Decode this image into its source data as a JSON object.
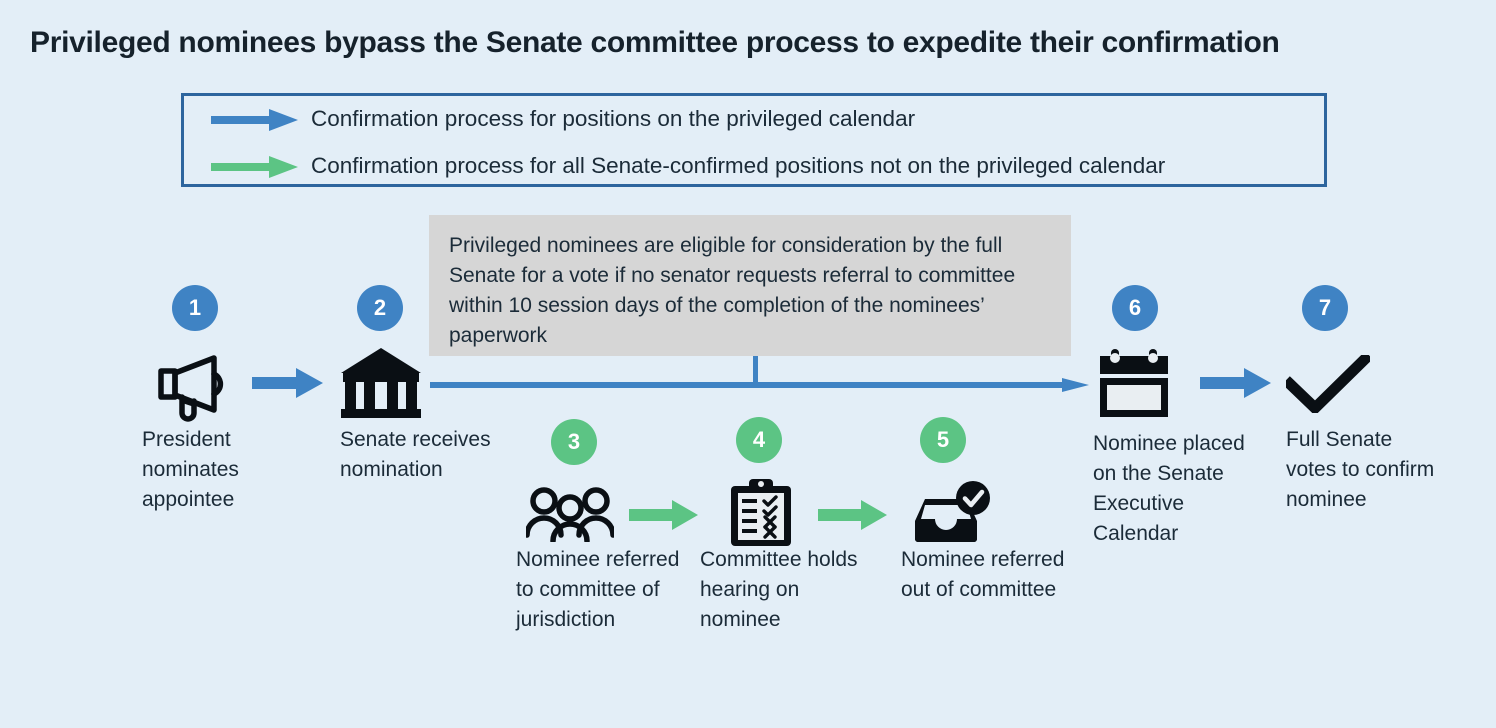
{
  "page": {
    "background_color": "#e3eef7",
    "title": "Privileged nominees bypass the Senate committee process to expedite their confirmation"
  },
  "colors": {
    "blue": "#3f83c4",
    "green": "#5cc484",
    "legend_border": "#2d659e",
    "callout_bg": "#d6d6d6",
    "icon_black": "#0a0f14",
    "text": "#1b2b38"
  },
  "legend": {
    "rows": [
      {
        "icon": "blue-arrow-icon",
        "color": "#3f83c4",
        "label": "Confirmation process for positions on the privileged calendar"
      },
      {
        "icon": "green-arrow-icon",
        "color": "#5cc484",
        "label": "Confirmation process for all Senate-confirmed positions not on the privileged calendar"
      }
    ]
  },
  "callout": {
    "text": "Privileged nominees are eligible for consideration by the full Senate for a vote if no senator requests referral to committee within 10 session days of the completion of the nominees’ paperwork"
  },
  "flow": {
    "track_privileged": "blue",
    "track_standard": "green",
    "steps": [
      {
        "number": "1",
        "track": "blue",
        "icon": "megaphone-icon",
        "label": "President nominates appointee"
      },
      {
        "number": "2",
        "track": "blue",
        "icon": "senate-building-icon",
        "label": "Senate receives nomination"
      },
      {
        "number": "3",
        "track": "green",
        "icon": "people-group-icon",
        "label": "Nominee referred to committee of jurisdiction"
      },
      {
        "number": "4",
        "track": "green",
        "icon": "clipboard-checklist-icon",
        "label": "Committee holds hearing on nominee"
      },
      {
        "number": "5",
        "track": "green",
        "icon": "inbox-check-icon",
        "label": "Nominee referred out of committee"
      },
      {
        "number": "6",
        "track": "blue",
        "icon": "calendar-icon",
        "label": "Nominee placed on the Senate Executive Calendar"
      },
      {
        "number": "7",
        "track": "blue",
        "icon": "checkmark-icon",
        "label": "Full Senate votes to confirm nominee"
      }
    ],
    "connectors": [
      {
        "name": "arrow-step1-to-step2",
        "color": "#3f83c4"
      },
      {
        "name": "spine-step2-to-step6",
        "color": "#3f83c4"
      },
      {
        "name": "arrow-step3-to-step4",
        "color": "#5cc484"
      },
      {
        "name": "arrow-step4-to-step5",
        "color": "#5cc484"
      },
      {
        "name": "arrow-step6-to-step7",
        "color": "#3f83c4"
      }
    ]
  }
}
